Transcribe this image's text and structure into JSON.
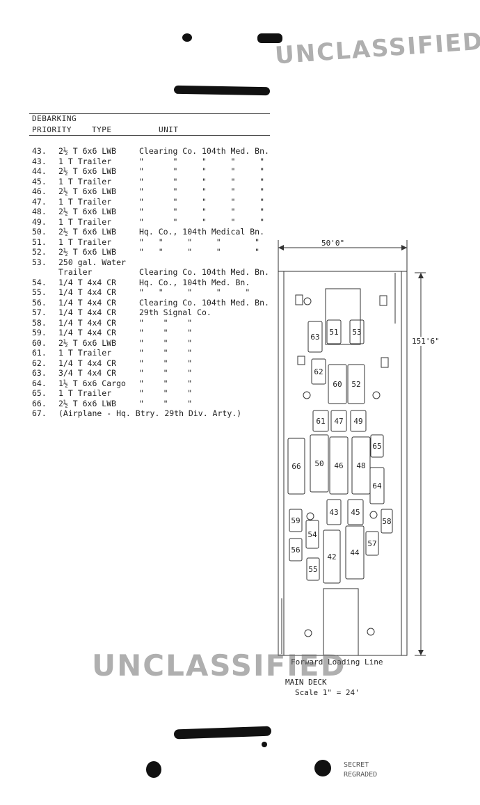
{
  "header": {
    "title_redacted": "",
    "col_header_line1": "DEBARKING",
    "col_header_priority": "PRIORITY",
    "col_header_type": "TYPE",
    "col_header_unit": "UNIT"
  },
  "stamps": {
    "top_stamp": "UNCLASSIFIED",
    "bottom_stamp": "UNCLASSIFIED"
  },
  "rows": [
    {
      "priority": "43.",
      "type": "2½ T 6x6 LWB",
      "unit": "Clearing Co. 104th Med. Bn."
    },
    {
      "priority": "43.",
      "type": "1 T Trailer",
      "unit": "\"      \"     \"     \"     \""
    },
    {
      "priority": "44.",
      "type": "2½ T 6x6 LWB",
      "unit": "\"      \"     \"     \"     \""
    },
    {
      "priority": "45.",
      "type": "1 T Trailer",
      "unit": "\"      \"     \"     \"     \""
    },
    {
      "priority": "46.",
      "type": "2½ T 6x6 LWB",
      "unit": "\"      \"     \"     \"     \""
    },
    {
      "priority": "47.",
      "type": "1 T Trailer",
      "unit": "\"      \"     \"     \"     \""
    },
    {
      "priority": "48.",
      "type": "2½ T 6x6 LWB",
      "unit": "\"      \"     \"     \"     \""
    },
    {
      "priority": "49.",
      "type": "1 T Trailer",
      "unit": "\"      \"     \"     \"     \""
    },
    {
      "priority": "50.",
      "type": "2½ T 6x6 LWB",
      "unit": "Hq. Co., 104th Medical Bn."
    },
    {
      "priority": "51.",
      "type": "1 T Trailer",
      "unit": "\"   \"     \"     \"       \""
    },
    {
      "priority": "52.",
      "type": "2½ T 6x6 LWB",
      "unit": "\"   \"     \"     \"       \""
    },
    {
      "priority": "53.",
      "type": "250 gal. Water",
      "unit": ""
    },
    {
      "priority": "",
      "type": "Trailer",
      "unit": "Clearing Co. 104th Med. Bn."
    },
    {
      "priority": "54.",
      "type": "1/4 T 4x4 CR",
      "unit": "Hq. Co., 104th Med. Bn."
    },
    {
      "priority": "55.",
      "type": "1/4 T 4x4 CR",
      "unit": "\"   \"     \"     \"     \""
    },
    {
      "priority": "56.",
      "type": "1/4 T 4x4 CR",
      "unit": "Clearing Co. 104th Med. Bn."
    },
    {
      "priority": "57.",
      "type": "1/4 T 4x4 CR",
      "unit": "29th Signal Co."
    },
    {
      "priority": "58.",
      "type": "1/4 T 4x4 CR",
      "unit": "\"    \"    \""
    },
    {
      "priority": "59.",
      "type": "1/4 T 4x4 CR",
      "unit": "\"    \"    \""
    },
    {
      "priority": "60.",
      "type": "2½ T 6x6 LWB",
      "unit": "\"    \"    \""
    },
    {
      "priority": "61.",
      "type": "1 T Trailer",
      "unit": "\"    \"    \""
    },
    {
      "priority": "62.",
      "type": "1/4 T 4x4 CR",
      "unit": "\"    \"    \""
    },
    {
      "priority": "63.",
      "type": "3/4 T 4x4 CR",
      "unit": "\"    \"    \""
    },
    {
      "priority": "64.",
      "type": "1½ T 6x6 Cargo",
      "unit": "\"    \"    \""
    },
    {
      "priority": "65.",
      "type": "1 T Trailer",
      "unit": "\"    \"    \""
    },
    {
      "priority": "66.",
      "type": "2½ T 6x6 LWB",
      "unit": "\"    \"    \""
    },
    {
      "priority": "67.",
      "type": "(Airplane - Hq. Btry. 29th Div. Arty.)",
      "unit": ""
    }
  ],
  "diagram": {
    "width_label": "50'0\"",
    "length_label": "151'6\"",
    "forward_line_label": "Forward Loading Line",
    "deck_label": "MAIN DECK",
    "scale_label": "Scale 1\" = 24'",
    "vehicles": [
      "51",
      "53",
      "63",
      "62",
      "60",
      "52",
      "61",
      "47",
      "49",
      "65",
      "66",
      "50",
      "46",
      "48",
      "64",
      "45",
      "43",
      "59",
      "54",
      "58",
      "56",
      "42",
      "44",
      "57",
      "55"
    ]
  },
  "bottom": {
    "footer_text_1": "SECRET",
    "footer_text_2": "REGRADED"
  }
}
